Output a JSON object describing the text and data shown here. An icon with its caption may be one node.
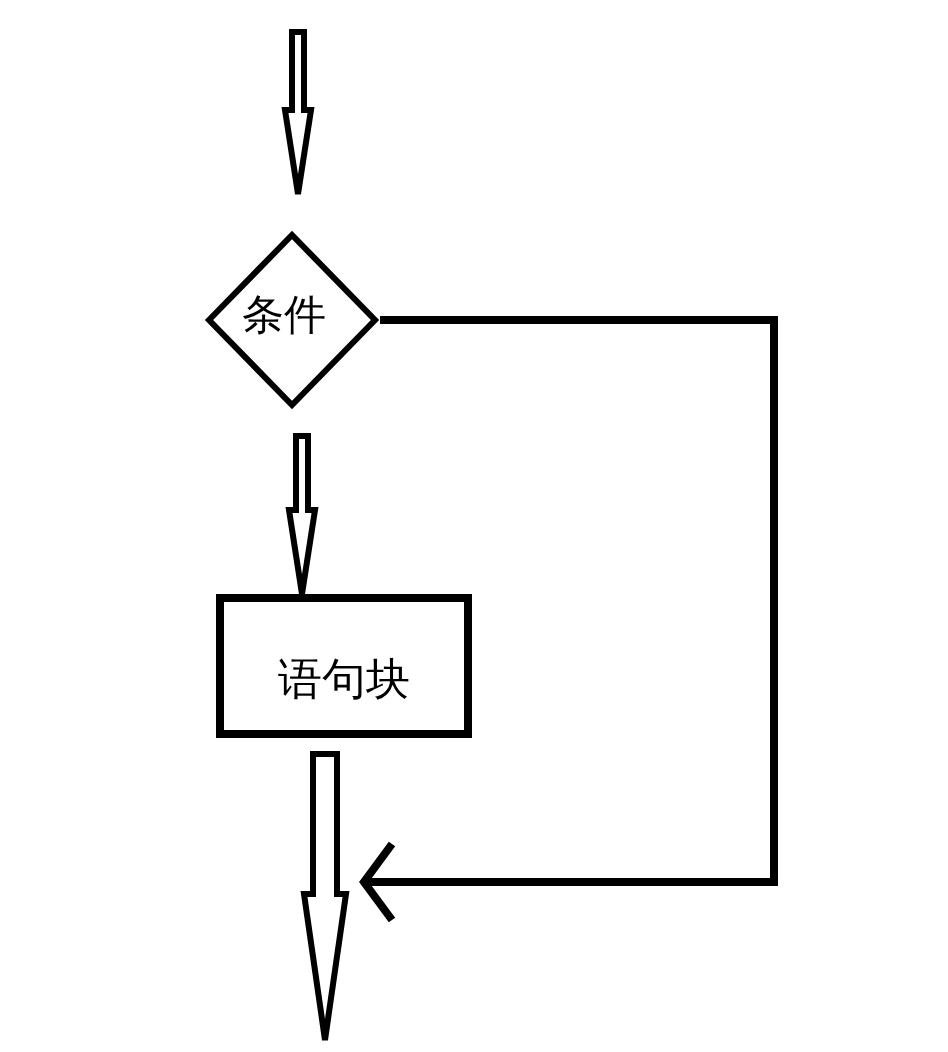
{
  "diagram": {
    "nodes": [
      {
        "text": [
          "条件"
        ]
      },
      {
        "text": [
          "语句块"
        ]
      }
    ],
    "edges": [
      {
        "from": null,
        "to": 0,
        "arrow": "to"
      },
      {
        "from": 0,
        "to": 1,
        "arrow": "to"
      },
      {
        "from": 0,
        "to": null,
        "arrow": "to"
      },
      {
        "from": 1,
        "to": null,
        "arrow": "to"
      }
    ]
  }
}
